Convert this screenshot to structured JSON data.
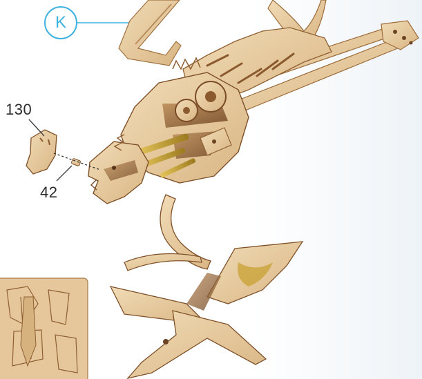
{
  "step": {
    "letter": "K",
    "accent_color": "#3fb3e0"
  },
  "parts": [
    {
      "number": "130",
      "description_icon": "part-130-head-plate"
    },
    {
      "number": "42",
      "description_icon": "part-42-peg"
    }
  ],
  "colors": {
    "wood_light": "#e9cfa6",
    "wood_mid": "#d7b37f",
    "wood_dark": "#7a4b26",
    "brass": "#c9a233",
    "leader_line": "#3a3a3a"
  },
  "icons": [
    "step-k-badge",
    "assembly-model-dragon",
    "stand-base",
    "parts-sheet-thumbnail"
  ]
}
